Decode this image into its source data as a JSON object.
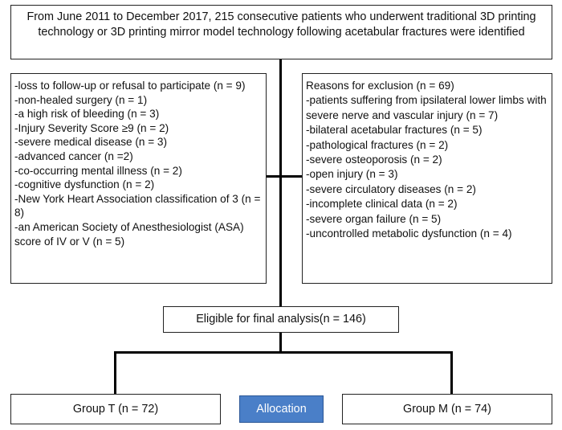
{
  "identified": {
    "text": "From June 2011 to December 2017, 215 consecutive patients who underwent traditional 3D printing technology or 3D printing mirror model technology following acetabular fractures were identified"
  },
  "left_exclusions": {
    "items": [
      "-loss to follow-up or refusal to participate (n = 9)",
      "-non-healed surgery (n = 1)",
      "-a high risk of bleeding (n = 3)",
      "-Injury Severity Score ≥9 (n = 2)",
      "-severe medical disease (n = 3)",
      "-advanced cancer (n =2)",
      "-co-occurring mental illness (n = 2)",
      "-cognitive dysfunction (n = 2)",
      "-New York Heart Association classification of 3 (n = 8)",
      "-an American Society of Anesthesiologist (ASA) score of IV or V (n = 5)"
    ]
  },
  "right_exclusions": {
    "title": "Reasons for exclusion (n = 69)",
    "items": [
      "-patients suffering from ipsilateral lower limbs with severe nerve and vascular injury (n = 7)",
      "-bilateral acetabular fractures  (n = 5)",
      "-pathological fractures (n = 2)",
      "-severe osteoporosis (n = 2)",
      "-open injury (n = 3)",
      "-severe circulatory diseases (n = 2)",
      "-incomplete clinical data (n = 2)",
      "-severe organ failure (n = 5)",
      "-uncontrolled metabolic dysfunction (n = 4)"
    ]
  },
  "eligible": {
    "text": "Eligible for final analysis(n = 146)"
  },
  "allocation": {
    "label": "Allocation",
    "color": "#4a7fc8",
    "group_t": "Group T (n = 72)",
    "group_m": "Group M (n = 74)"
  }
}
